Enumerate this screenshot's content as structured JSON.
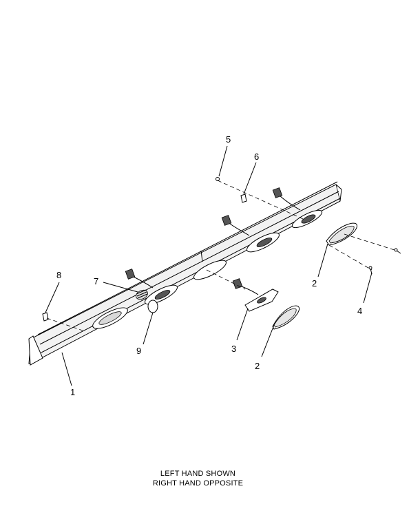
{
  "callouts": {
    "c1": "1",
    "c2a": "2",
    "c2b": "2",
    "c3": "3",
    "c4": "4",
    "c5": "5",
    "c6": "6",
    "c7": "7",
    "c8": "8",
    "c9": "9"
  },
  "caption": {
    "line1": "LEFT HAND SHOWN",
    "line2": "RIGHT HAND OPPOSITE"
  }
}
